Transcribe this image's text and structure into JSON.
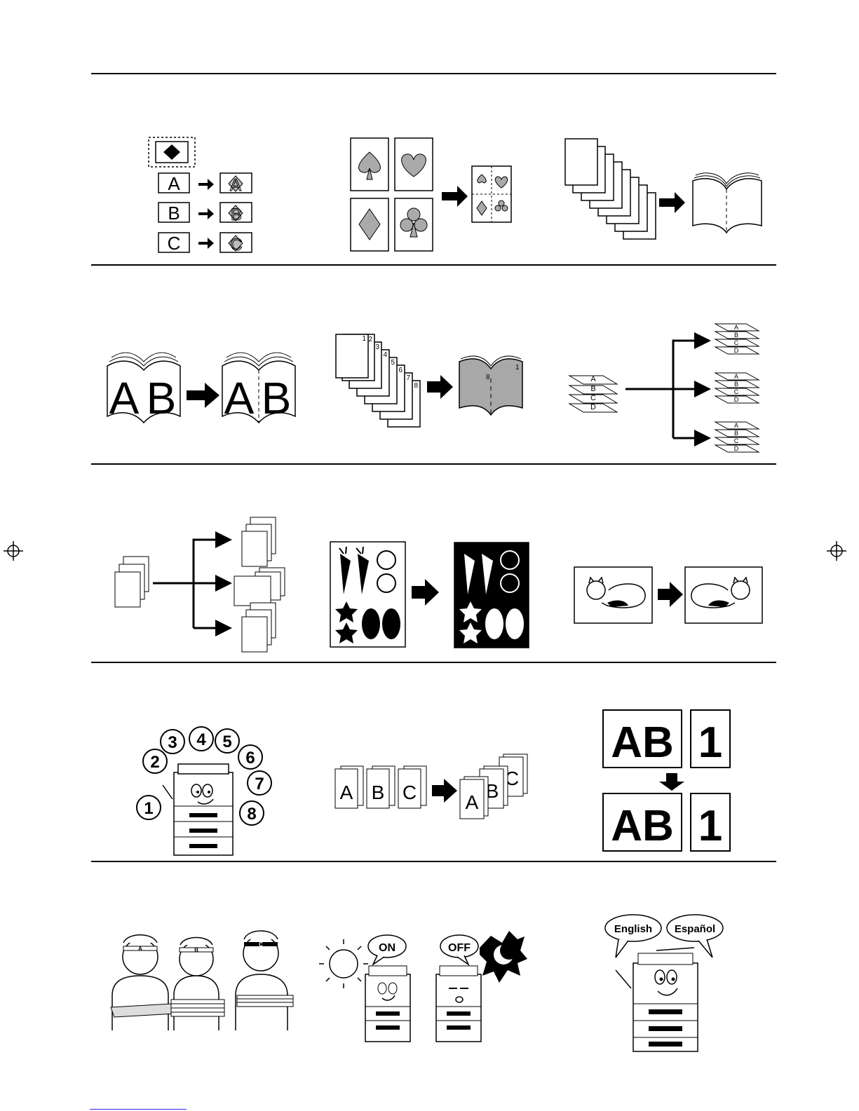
{
  "panels": {
    "form_overlay": {
      "letters": [
        "A",
        "B",
        "C"
      ]
    },
    "combine": {},
    "booklet": {},
    "book_to_booklet": {
      "letters": [
        "A",
        "B"
      ]
    },
    "page_numbering": {
      "pages": [
        "1",
        "2",
        "3",
        "4",
        "5",
        "6",
        "7",
        "8"
      ],
      "result_left": "8",
      "result_right": "1"
    },
    "sort_groups": {
      "sheets": [
        "A",
        "B",
        "C",
        "D"
      ]
    },
    "offset": {},
    "invert": {},
    "mirror": {},
    "job_build": {
      "steps": [
        "1",
        "2",
        "3",
        "4",
        "5",
        "6",
        "7",
        "8"
      ]
    },
    "batch": {
      "letters": [
        "A",
        "B",
        "C"
      ]
    },
    "proof": {
      "top_left": "AB",
      "top_right": "1",
      "bottom_left": "AB",
      "bottom_right": "1"
    },
    "management": {
      "letters": [
        "A",
        "B",
        "C"
      ]
    },
    "timer": {
      "on_label": "ON",
      "off_label": "OFF"
    },
    "language": {
      "lang1": "English",
      "lang2": "Español"
    }
  }
}
